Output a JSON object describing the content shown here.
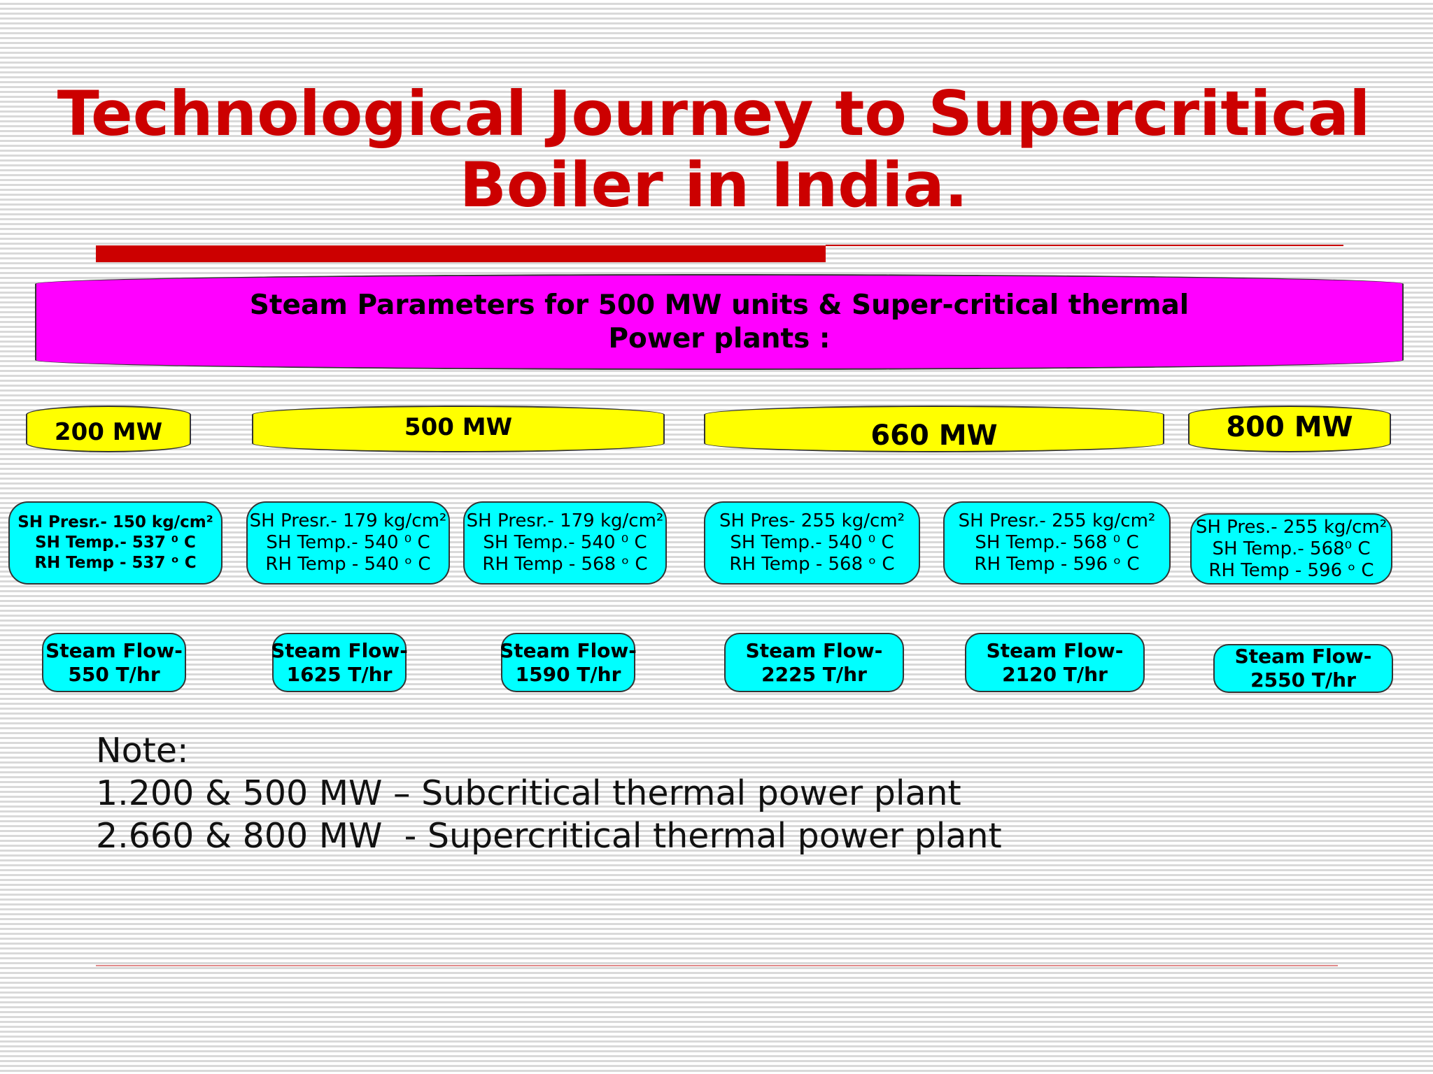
{
  "title": {
    "line1": "Technological Journey to Supercritical",
    "line2": "Boiler in India."
  },
  "banner": {
    "line1": "Steam Parameters for 500 MW units & Super-critical thermal",
    "line2": "Power plants :"
  },
  "ratings": [
    "200 MW",
    "500 MW",
    "660 MW",
    "800 MW"
  ],
  "parameters": [
    {
      "pressure": "SH Presr.- 150 kg/cm²",
      "sh_temp": "SH Temp.- 537 ⁰ C",
      "rh_temp": "RH Temp - 537 ᵒ C"
    },
    {
      "pressure": "SH Presr.- 179 kg/cm²",
      "sh_temp": "SH Temp.- 540 ⁰ C",
      "rh_temp": "RH Temp - 540 ᵒ C"
    },
    {
      "pressure": "SH Presr.- 179 kg/cm²",
      "sh_temp": "SH Temp.- 540 ⁰ C",
      "rh_temp": "RH Temp - 568 ᵒ C"
    },
    {
      "pressure": "SH Pres- 255 kg/cm²",
      "sh_temp": "SH Temp.- 540 ⁰ C",
      "rh_temp": "RH Temp - 568 ᵒ C"
    },
    {
      "pressure": "SH Presr.- 255 kg/cm²",
      "sh_temp": "SH Temp.- 568 ⁰ C",
      "rh_temp": "RH Temp - 596 ᵒ C"
    },
    {
      "pressure": "SH Pres.- 255 kg/cm²",
      "sh_temp": "SH Temp.- 568⁰ C",
      "rh_temp": "RH Temp - 596 ᵒ C"
    }
  ],
  "steam_flows": [
    {
      "label": "Steam Flow-",
      "value": "550 T/hr"
    },
    {
      "label": "Steam Flow-",
      "value": "1625 T/hr"
    },
    {
      "label": "Steam Flow-",
      "value": "1590 T/hr"
    },
    {
      "label": "Steam Flow-",
      "value": "2225 T/hr"
    },
    {
      "label": "Steam Flow-",
      "value": "2120 T/hr"
    },
    {
      "label": "Steam Flow-",
      "value": "2550 T/hr"
    }
  ],
  "notes": {
    "heading": "Note:",
    "items": [
      "1.200 & 500 MW – Subcritical thermal power plant",
      "2.660 & 800 MW  - Supercritical thermal power plant"
    ]
  },
  "colors": {
    "title": "#cc0000",
    "banner": "#ff00ff",
    "rating_box": "#ffff00",
    "parameter_box": "#00ffff"
  }
}
